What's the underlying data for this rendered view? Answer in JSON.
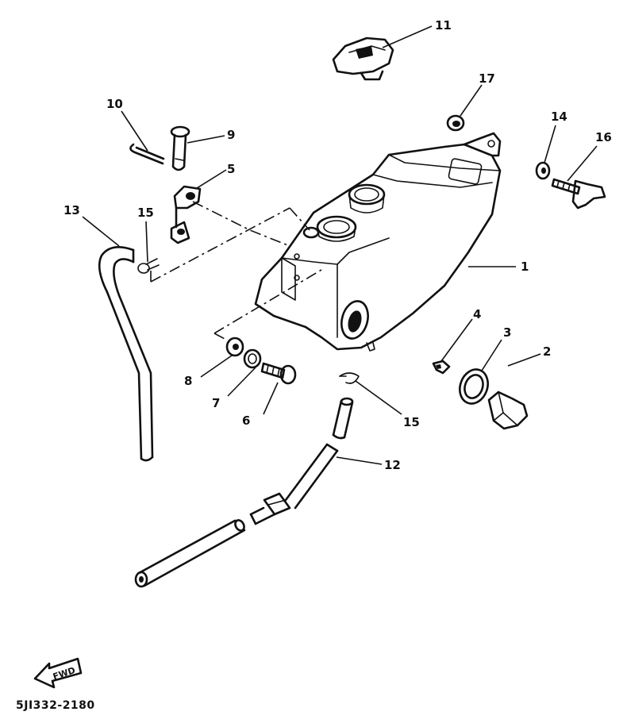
{
  "callouts": {
    "c1": "1",
    "c2": "2",
    "c3": "3",
    "c4": "4",
    "c5": "5",
    "c6": "6",
    "c7": "7",
    "c8": "8",
    "c9": "9",
    "c10": "10",
    "c11": "11",
    "c12": "12",
    "c13": "13",
    "c14": "14",
    "c15a": "15",
    "c15b": "15",
    "c16": "16",
    "c17": "17"
  },
  "fwd_label": "FWD",
  "drawing_code": "5JI332-2180"
}
